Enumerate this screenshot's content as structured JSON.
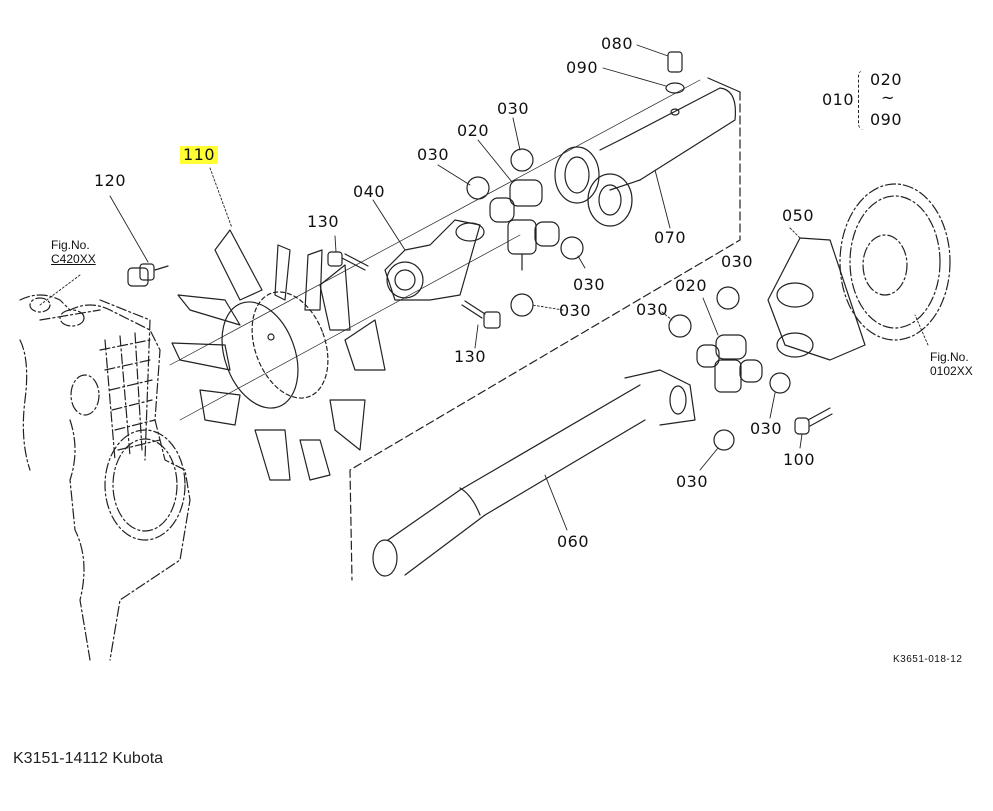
{
  "diagram": {
    "title_code": "K3651-018-12",
    "caption": "K3151-14112 Kubota",
    "highlight_color": "#ffff33",
    "callouts": [
      {
        "id": "110",
        "highlighted": true
      },
      {
        "id": "120"
      },
      {
        "id": "130",
        "instance": "upper"
      },
      {
        "id": "130",
        "instance": "lower"
      },
      {
        "id": "040"
      },
      {
        "id": "030",
        "instance": "upper-left-1"
      },
      {
        "id": "020",
        "instance": "upper"
      },
      {
        "id": "030",
        "instance": "upper-top"
      },
      {
        "id": "030",
        "instance": "upper-right"
      },
      {
        "id": "030",
        "instance": "upper-bottom"
      },
      {
        "id": "070"
      },
      {
        "id": "080"
      },
      {
        "id": "090"
      },
      {
        "id": "050"
      },
      {
        "id": "020",
        "instance": "lower"
      },
      {
        "id": "030",
        "instance": "lower-top"
      },
      {
        "id": "030",
        "instance": "lower-left"
      },
      {
        "id": "030",
        "instance": "lower-right"
      },
      {
        "id": "030",
        "instance": "lower-bottom"
      },
      {
        "id": "100"
      },
      {
        "id": "060"
      }
    ],
    "range_note": {
      "main": "010",
      "from": "020",
      "tilde": "~",
      "to": "090"
    },
    "fig_refs": [
      {
        "label": "Fig.No.",
        "value": "C420XX"
      },
      {
        "label": "Fig.No.",
        "value": "0102XX"
      }
    ]
  }
}
